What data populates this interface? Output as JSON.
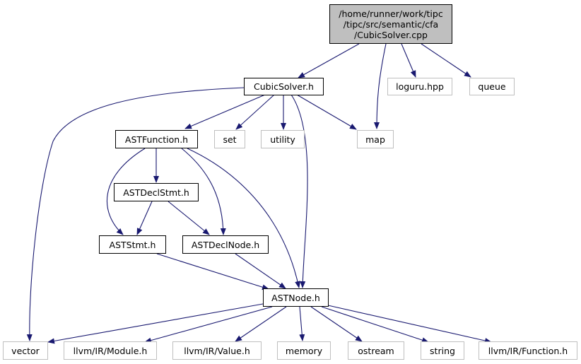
{
  "nodes": {
    "root": [
      "/home/runner/work/tipc",
      "/tipc/src/semantic/cfa",
      "/CubicSolver.cpp"
    ],
    "cubicsolver_h": "CubicSolver.h",
    "loguru_hpp": "loguru.hpp",
    "queue": "queue",
    "astfunction_h": "ASTFunction.h",
    "set": "set",
    "utility": "utility",
    "map": "map",
    "astdeclstmt_h": "ASTDeclStmt.h",
    "aststmt_h": "ASTStmt.h",
    "astdeclnode_h": "ASTDeclNode.h",
    "astnode_h": "ASTNode.h",
    "vector": "vector",
    "llvm_module_h": "llvm/IR/Module.h",
    "llvm_value_h": "llvm/IR/Value.h",
    "memory": "memory",
    "ostream": "ostream",
    "string": "string",
    "llvm_function_h": "llvm/IR/Function.h"
  },
  "colors": {
    "edge": "#191970",
    "internal_border": "#000000",
    "external_border": "#bfbfbf",
    "root_fill": "#bfbfbf"
  }
}
